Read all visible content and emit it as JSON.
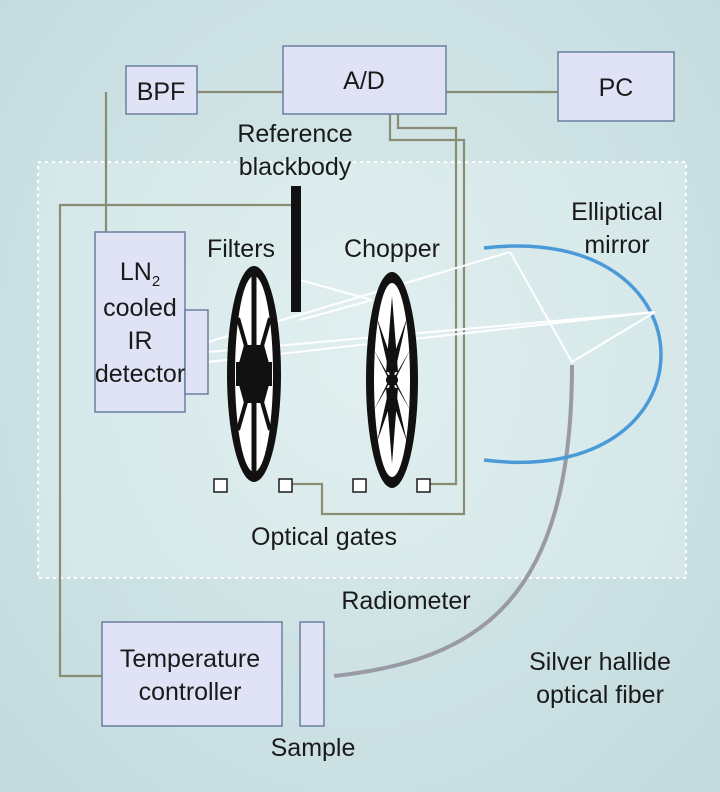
{
  "labels": {
    "bpf": "BPF",
    "ad": "A/D",
    "pc": "PC",
    "reference_blackbody_line1": "Reference",
    "reference_blackbody_line2": "blackbody",
    "elliptical_mirror_line1": "Elliptical",
    "elliptical_mirror_line2": "mirror",
    "filters": "Filters",
    "chopper": "Chopper",
    "detector_line1_main": "LN",
    "detector_line1_sub": "2",
    "detector_line2": "cooled",
    "detector_line3": "IR",
    "detector_line4": "detector",
    "optical_gates": "Optical gates",
    "radiometer": "Radiometer",
    "temperature_controller_line1": "Temperature",
    "temperature_controller_line2": "controller",
    "sample": "Sample",
    "fiber_line1": "Silver hallide",
    "fiber_line2": "optical fiber"
  },
  "colors": {
    "background": "#c6dde0",
    "box_fill": "#dfe3f5",
    "box_stroke": "#6a7fa0",
    "wire": "#8a8d73",
    "mirror": "#4a9ad8",
    "fiber": "#9a9aa6",
    "beam": "#ffffff",
    "wheel": "#111111"
  }
}
